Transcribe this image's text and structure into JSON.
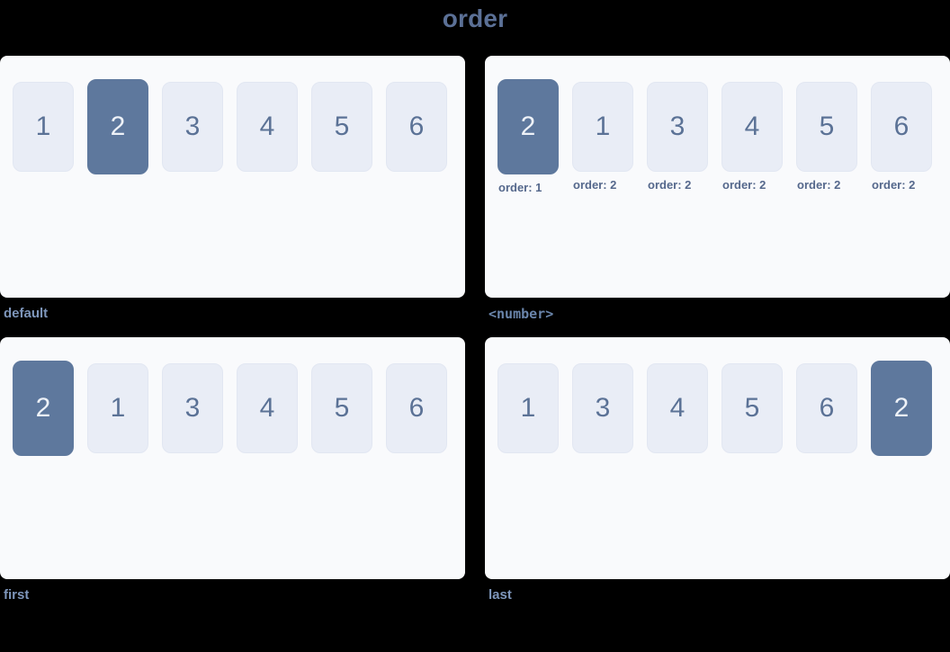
{
  "title": "order",
  "colors": {
    "background": "#000000",
    "panel": "#f9fafc",
    "box": "#e9edf6",
    "box_text": "#5b7296",
    "highlight": "#5e789d",
    "highlight_text": "#eef2f8",
    "title_text": "#5b7096",
    "caption_text": "#7e96bb",
    "order_label_text": "#55688c"
  },
  "panels": [
    {
      "caption": "default",
      "caption_style": "sans",
      "items": [
        {
          "label": "1",
          "highlight": false,
          "order_label": ""
        },
        {
          "label": "2",
          "highlight": true,
          "order_label": ""
        },
        {
          "label": "3",
          "highlight": false,
          "order_label": ""
        },
        {
          "label": "4",
          "highlight": false,
          "order_label": ""
        },
        {
          "label": "5",
          "highlight": false,
          "order_label": ""
        },
        {
          "label": "6",
          "highlight": false,
          "order_label": ""
        }
      ]
    },
    {
      "caption": "<number>",
      "caption_style": "mono",
      "items": [
        {
          "label": "2",
          "highlight": true,
          "order_label": "order: 1"
        },
        {
          "label": "1",
          "highlight": false,
          "order_label": "order: 2"
        },
        {
          "label": "3",
          "highlight": false,
          "order_label": "order: 2"
        },
        {
          "label": "4",
          "highlight": false,
          "order_label": "order: 2"
        },
        {
          "label": "5",
          "highlight": false,
          "order_label": "order: 2"
        },
        {
          "label": "6",
          "highlight": false,
          "order_label": "order: 2"
        }
      ]
    },
    {
      "caption": "first",
      "caption_style": "sans",
      "items": [
        {
          "label": "2",
          "highlight": true,
          "order_label": ""
        },
        {
          "label": "1",
          "highlight": false,
          "order_label": ""
        },
        {
          "label": "3",
          "highlight": false,
          "order_label": ""
        },
        {
          "label": "4",
          "highlight": false,
          "order_label": ""
        },
        {
          "label": "5",
          "highlight": false,
          "order_label": ""
        },
        {
          "label": "6",
          "highlight": false,
          "order_label": ""
        }
      ]
    },
    {
      "caption": "last",
      "caption_style": "sans",
      "items": [
        {
          "label": "1",
          "highlight": false,
          "order_label": ""
        },
        {
          "label": "3",
          "highlight": false,
          "order_label": ""
        },
        {
          "label": "4",
          "highlight": false,
          "order_label": ""
        },
        {
          "label": "5",
          "highlight": false,
          "order_label": ""
        },
        {
          "label": "6",
          "highlight": false,
          "order_label": ""
        },
        {
          "label": "2",
          "highlight": true,
          "order_label": ""
        }
      ]
    }
  ]
}
